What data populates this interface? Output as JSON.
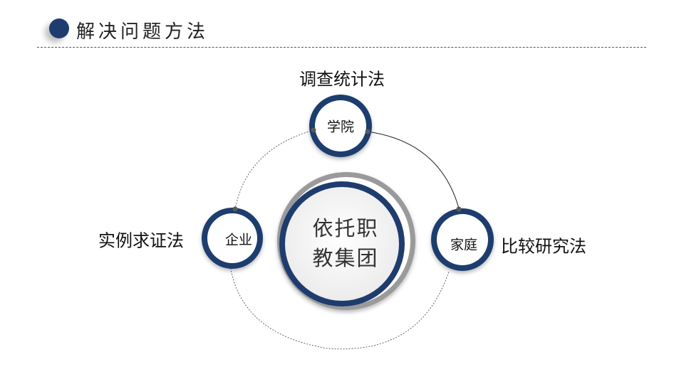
{
  "title": "解决问题方法",
  "center": {
    "line1": "依托职",
    "line2": "教集团"
  },
  "nodes": {
    "top": {
      "label": "学院",
      "method": "调查统计法"
    },
    "left": {
      "label": "企业",
      "method": "实例求证法"
    },
    "right": {
      "label": "家庭",
      "method": "比较研究法"
    }
  },
  "colors": {
    "accent": "#1f3c6e",
    "ring_gray": "#9a9a9a",
    "dot": "#5a5a5a"
  }
}
